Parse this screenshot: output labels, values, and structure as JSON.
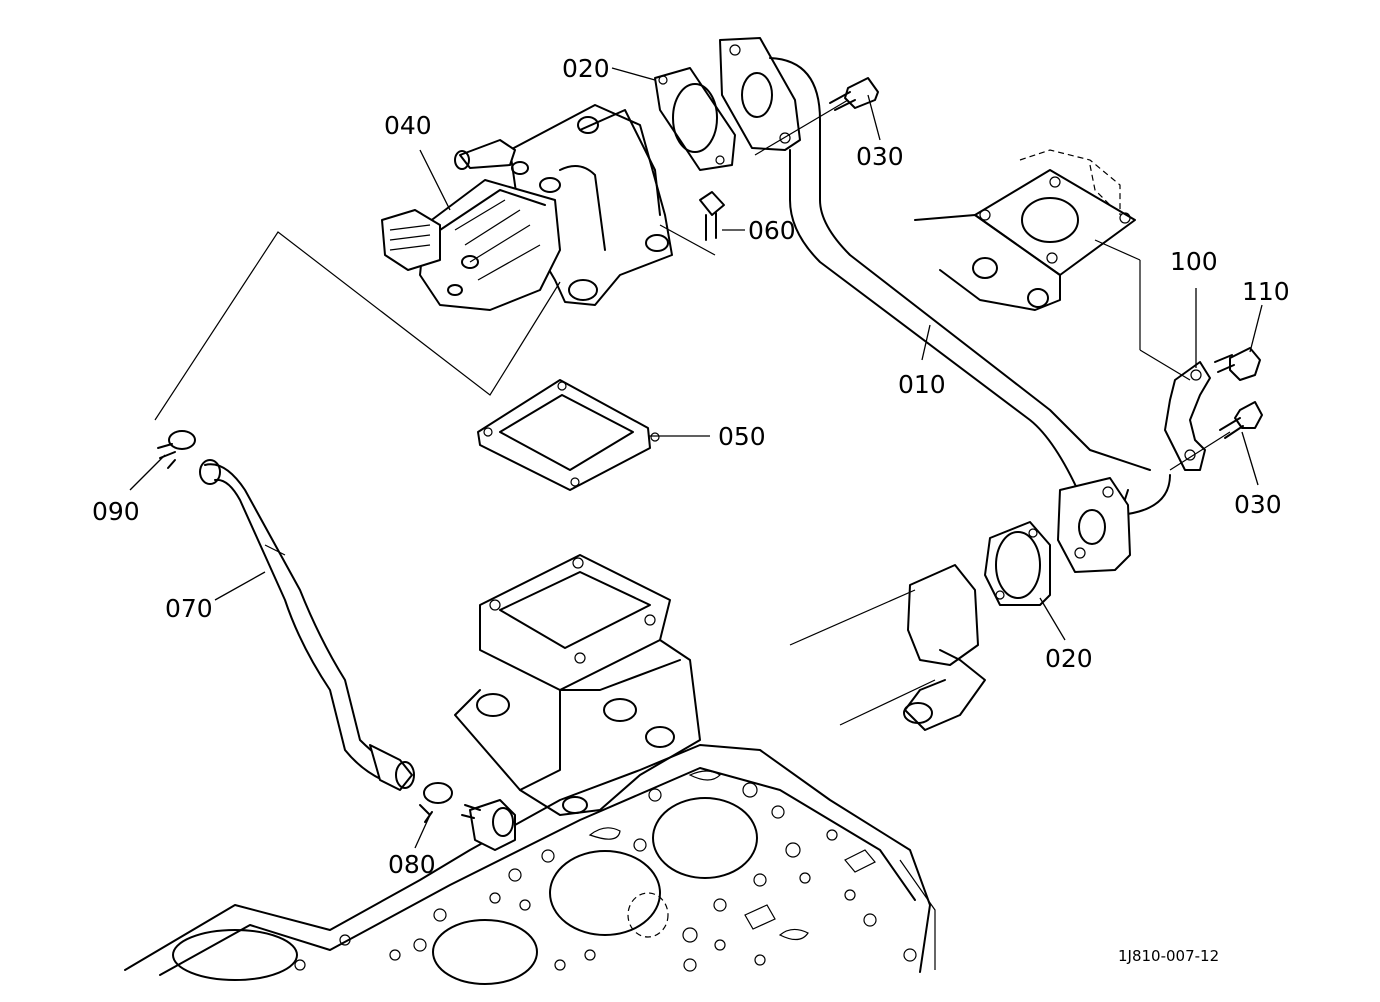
{
  "callouts": {
    "c010": "010",
    "c020_top": "020",
    "c020_bottom": "020",
    "c030_top": "030",
    "c030_right": "030",
    "c040": "040",
    "c050": "050",
    "c060": "060",
    "c070": "070",
    "c080": "080",
    "c090": "090",
    "c100": "100",
    "c110": "110"
  },
  "drawing_code": "1J810-007-12"
}
